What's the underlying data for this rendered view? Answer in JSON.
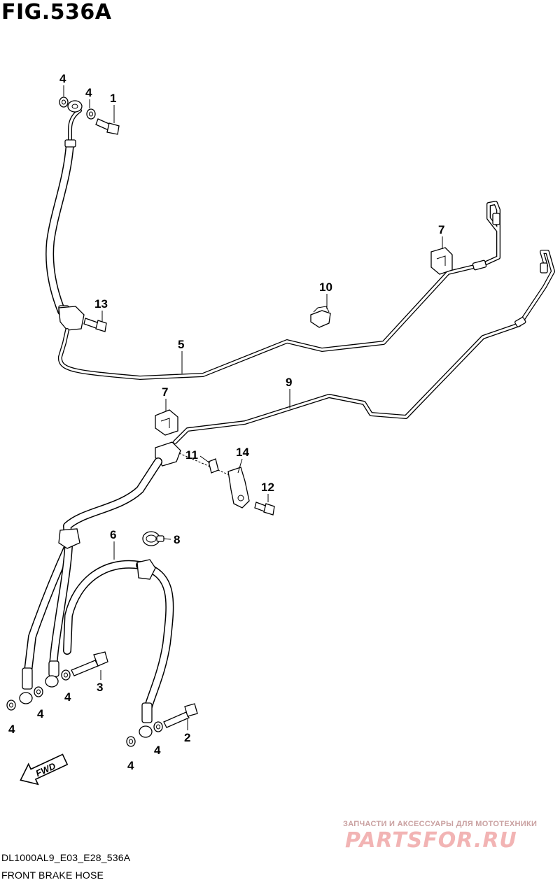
{
  "figure": {
    "title": "FIG.536A"
  },
  "callouts": [
    {
      "id": "c4a",
      "label": "4"
    },
    {
      "id": "c4b",
      "label": "4"
    },
    {
      "id": "c1",
      "label": "1"
    },
    {
      "id": "c7a",
      "label": "7"
    },
    {
      "id": "c13",
      "label": "13"
    },
    {
      "id": "c10",
      "label": "10"
    },
    {
      "id": "c5",
      "label": "5"
    },
    {
      "id": "c9",
      "label": "9"
    },
    {
      "id": "c7b",
      "label": "7"
    },
    {
      "id": "c11",
      "label": "11"
    },
    {
      "id": "c14",
      "label": "14"
    },
    {
      "id": "c12",
      "label": "12"
    },
    {
      "id": "c6",
      "label": "6"
    },
    {
      "id": "c8",
      "label": "8"
    },
    {
      "id": "c3",
      "label": "3"
    },
    {
      "id": "c4c",
      "label": "4"
    },
    {
      "id": "c4d",
      "label": "4"
    },
    {
      "id": "c4e",
      "label": "4"
    },
    {
      "id": "c2",
      "label": "2"
    },
    {
      "id": "c4f",
      "label": "4"
    },
    {
      "id": "c4g",
      "label": "4"
    }
  ],
  "direction_arrow": {
    "label": "FWD"
  },
  "footer": {
    "model_code": "DL1000AL9_E03_E28_536A",
    "caption": "FRONT BRAKE HOSE"
  },
  "watermark": {
    "tagline": "ЗАПЧАСТИ И АКСЕССУАРЫ ДЛЯ МОТОТЕХНИКИ",
    "logo": "PARTSFOR.RU"
  }
}
